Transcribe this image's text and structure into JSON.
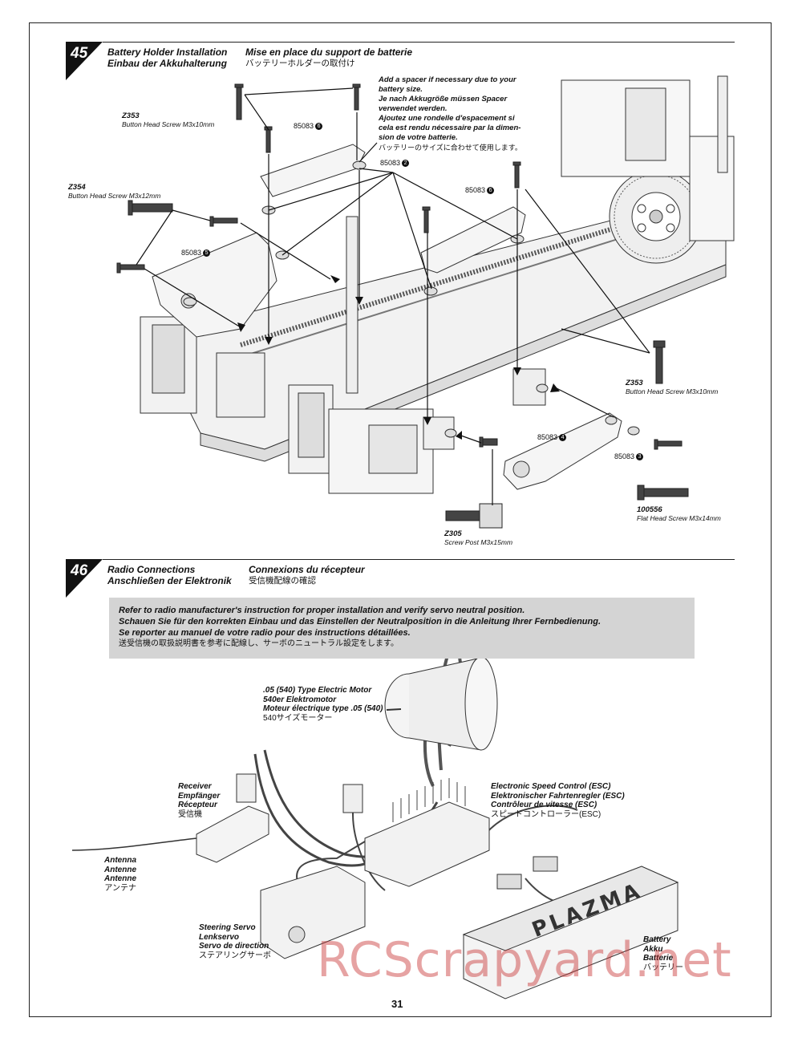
{
  "page_number": "31",
  "watermark": "RCScrapyard.net",
  "step45": {
    "number": "45",
    "title_en": "Battery Holder Installation",
    "title_de": "Einbau der Akkuhalterung",
    "title_fr": "Mise en place du support de batterie",
    "title_ja": "バッテリーホルダーの取付け",
    "note": [
      "Add a spacer if necessary due to your",
      "battery size.",
      "Je nach Akkugröße müssen Spacer",
      "verwendet werden.",
      "Ajoutez une rondelle d'espacement si",
      "cela est rendu nécessaire par la dimen-",
      "sion de votre batterie.",
      "バッテリーのサイズに合わせて使用します。"
    ],
    "parts": {
      "z353_code": "Z353",
      "z353_desc": "Button Head Screw M3x10mm",
      "z354_code": "Z354",
      "z354_desc": "Button Head Screw M3x12mm",
      "z353b_code": "Z353",
      "z353b_desc": "Button Head Screw M3x10mm",
      "p100556_code": "100556",
      "p100556_desc": "Flat Head Screw M3x14mm",
      "z305_code": "Z305",
      "z305_desc": "Screw Post M3x15mm",
      "ref_85083": "85083",
      "ref_6": "6",
      "ref_2": "2",
      "ref_5": "5",
      "ref_4": "4",
      "ref_3": "3"
    }
  },
  "step46": {
    "number": "46",
    "title_en": "Radio Connections",
    "title_de": "Anschließen der Elektronik",
    "title_fr": "Connexions du récepteur",
    "title_ja": "受信機配線の確認",
    "instructions": [
      "Refer to radio manufacturer's instruction for proper installation and verify servo neutral position.",
      "Schauen Sie für den korrekten Einbau und das Einstellen der Neutralposition in die Anleitung Ihrer Fernbedienung.",
      "Se reporter au manuel de votre radio pour des instructions détaillées.",
      "送受信機の取扱説明書を参考に配線し、サーボのニュートラル設定をします。"
    ],
    "motor": [
      ".05 (540) Type Electric Motor",
      "540er Elektromotor",
      "Moteur électrique type .05 (540)",
      "540サイズモーター"
    ],
    "receiver": [
      "Receiver",
      "Empfänger",
      "Récepteur",
      "受信機"
    ],
    "esc": [
      "Electronic Speed Control (ESC)",
      "Elektronischer Fahrtenregler (ESC)",
      "Contrôleur de vitesse (ESC)",
      "スピードコントローラー(ESC)"
    ],
    "antenna": [
      "Antenna",
      "Antenne",
      "Antenne",
      "アンテナ"
    ],
    "servo": [
      "Steering Servo",
      "Lenkservo",
      "Servo de direction",
      "ステアリングサーボ"
    ],
    "battery": [
      "Battery",
      "Akku",
      "Batterie",
      "バッテリー"
    ],
    "battery_brand": "PLAZMA"
  }
}
